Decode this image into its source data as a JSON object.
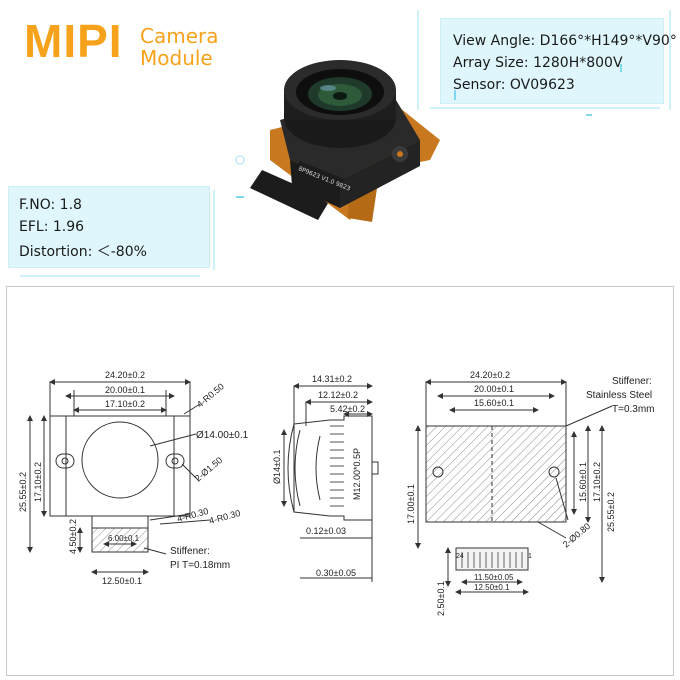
{
  "header": {
    "brand": "MIPI",
    "subtitle_line1": "Camera",
    "subtitle_line2": "Module"
  },
  "specs_right": [
    "View Angle: D166°*H149°*V90°",
    "Array Size: 1280H*800V",
    "Sensor: OV09623"
  ],
  "specs_left": [
    "F.NO: 1.8",
    "EFL: 1.96",
    "Distortion: ＜-80%"
  ],
  "product": {
    "flex_label": "8P9623 V1.0 9823"
  },
  "front_view": {
    "dims": {
      "w_outer": "24.20±0.2",
      "w_mid": "20.00±0.1",
      "w_inner": "17.10±0.2",
      "r_corner": "4-R0.50",
      "dia_lens": "Ø14.00±0.1",
      "hole": "2-Ø1.50",
      "h_outer": "25.55±0.2",
      "h_inner": "17.10±0.2",
      "r_small1": "4-R0.30",
      "r_small2": "4-R0.30",
      "tab_w": "6.00±0.1",
      "tab_h": "4.50±0.2",
      "fpc_w": "12.50±0.1"
    },
    "stiffener_label": "Stiffener:",
    "stiffener_spec": "PI T=0.18mm"
  },
  "side_view": {
    "dims": {
      "d1": "14.31±0.2",
      "d2": "12.12±0.2",
      "d3": "5.42±0.2",
      "dia": "Ø14±0.1",
      "thread": "M12.00*0.5P",
      "t1": "0.12±0.03",
      "t2": "0.30±0.05"
    }
  },
  "back_view": {
    "dims": {
      "w_outer": "24.20±0.2",
      "w_mid": "20.00±0.1",
      "w_inner": "15.60±0.1",
      "h_inner": "15.60±0.1",
      "h_mid": "17.10±0.2",
      "h_outer": "25.55±0.2",
      "h_left": "17.00±0.1",
      "holes": "2-Ø0.80",
      "conn_w": "11.50±0.05",
      "fpc_w": "12.50±0.1",
      "fpc_h": "2.50±0.1",
      "pin_24": "24",
      "pin_1": "1"
    },
    "stiffener_label": "Stiffener:",
    "stiffener_material": "Stainless Steel",
    "stiffener_thickness": "T=0.3mm"
  },
  "colors": {
    "brand_orange": "#f7a21b",
    "spec_bg": "#dcf6fc",
    "line": "#333333",
    "pcb_orange": "#c8781e"
  }
}
